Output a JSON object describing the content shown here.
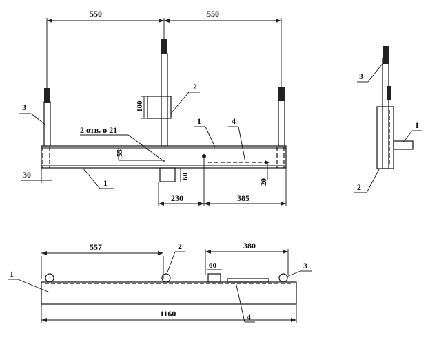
{
  "dimensions": {
    "top_left_span": "550",
    "top_right_span": "550",
    "bracket_height": "100",
    "hole_offset_vertical": "55",
    "end_offset": "30",
    "hole_spacing_small": "60",
    "vertical_small": "20",
    "base_left": "230",
    "base_right": "385",
    "plan_left": "557",
    "plan_right": "380",
    "plan_small": "60",
    "overall_length": "1160"
  },
  "notes": {
    "holes": "2 отв. ø 21"
  },
  "callouts": {
    "c1a": "1",
    "c1b": "1",
    "c1c": "1",
    "c1d": "1",
    "c2a": "2",
    "c2b": "2",
    "c2c": "2",
    "c3a": "3",
    "c3b": "3",
    "c3c": "3",
    "c4a": "4",
    "c4b": "4"
  }
}
